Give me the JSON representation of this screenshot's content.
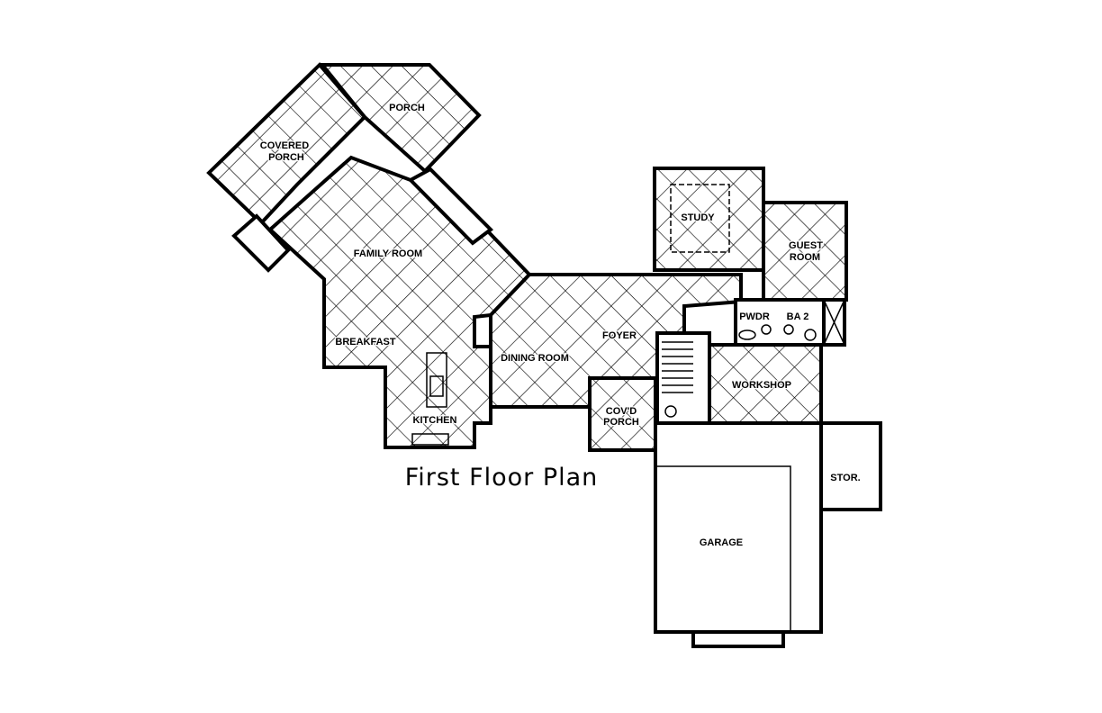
{
  "title": "First Floor Plan",
  "rooms": {
    "porch": "PORCH",
    "covered_porch_1": "COVERED",
    "covered_porch_2": "PORCH",
    "family_room": "FAMILY ROOM",
    "breakfast": "BREAKFAST",
    "kitchen": "KITCHEN",
    "dining_room": "DINING ROOM",
    "foyer": "FOYER",
    "covd_porch_1": "COV'D",
    "covd_porch_2": "PORCH",
    "study": "STUDY",
    "guest_room_1": "GUEST",
    "guest_room_2": "ROOM",
    "pwdr": "PWDR",
    "ba2": "BA 2",
    "workshop": "WORKSHOP",
    "garage": "GARAGE",
    "stor": "STOR."
  }
}
